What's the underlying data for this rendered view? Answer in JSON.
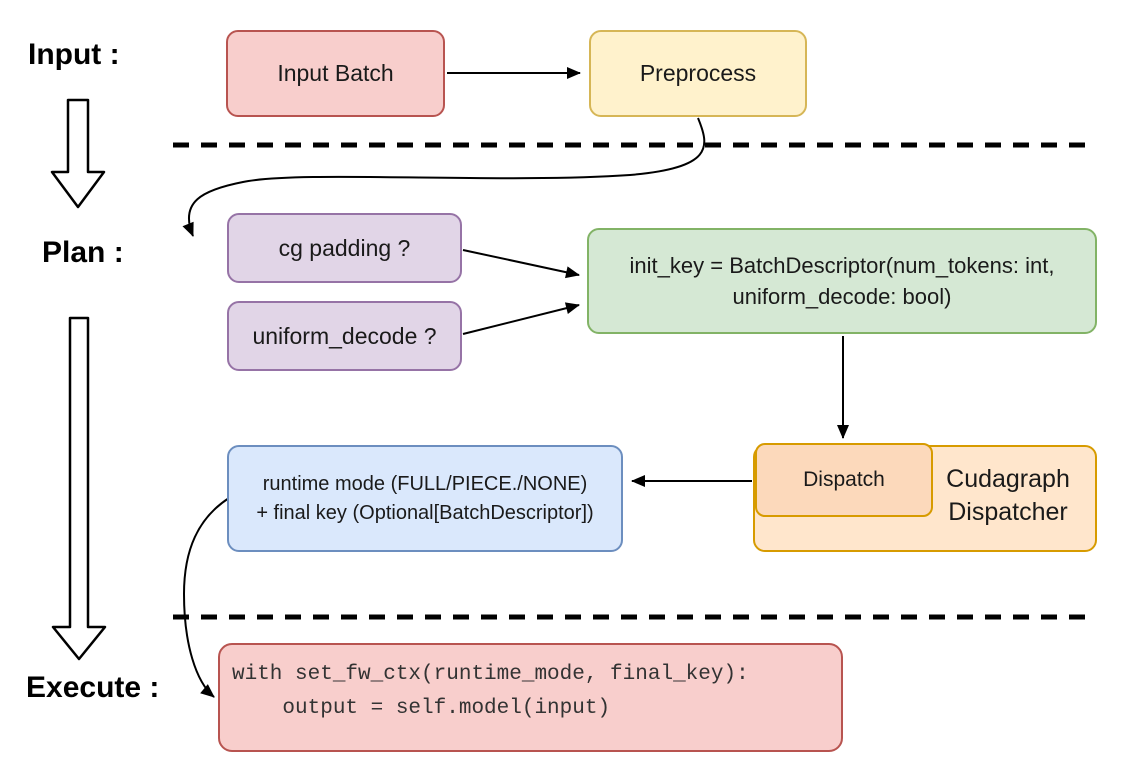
{
  "section_labels": {
    "input": "Input :",
    "plan": "Plan :",
    "execute": "Execute :"
  },
  "nodes": {
    "input_batch": {
      "label": "Input Batch",
      "fill": "#f8cecc",
      "stroke": "#b85450"
    },
    "preprocess": {
      "label": "Preprocess",
      "fill": "#fff2cc",
      "stroke": "#d6b656"
    },
    "cg_padding": {
      "label": "cg padding ?",
      "fill": "#e1d5e7",
      "stroke": "#9673a6"
    },
    "uniform_decode": {
      "label": "uniform_decode ?",
      "fill": "#e1d5e7",
      "stroke": "#9673a6"
    },
    "init_key": {
      "line1": "init_key = BatchDescriptor(num_tokens: int,",
      "line2": "uniform_decode: bool)",
      "fill": "#d5e8d4",
      "stroke": "#82b366"
    },
    "runtime_mode": {
      "line1": "runtime mode (FULL/PIECE./NONE)",
      "line2": "+ final key (Optional[BatchDescriptor])",
      "fill": "#dae8fc",
      "stroke": "#6c8ebf"
    },
    "dispatch": {
      "label": "Dispatch",
      "fill": "#fcd9bb",
      "stroke": "#d79b00"
    },
    "cudagraph_dispatcher": {
      "line1": "Cudagraph",
      "line2": "Dispatcher",
      "fill": "#ffe6cc",
      "stroke": "#d79b00"
    },
    "execute_code": {
      "line1": "with set_fw_ctx(runtime_mode, final_key):",
      "line2": "    output = self.model(input)",
      "fill": "#f8cecc",
      "stroke": "#b85450"
    }
  },
  "colors": {
    "arrow": "#000000",
    "divider": "#000000",
    "text": "#1a1a1a",
    "background": "#ffffff"
  }
}
